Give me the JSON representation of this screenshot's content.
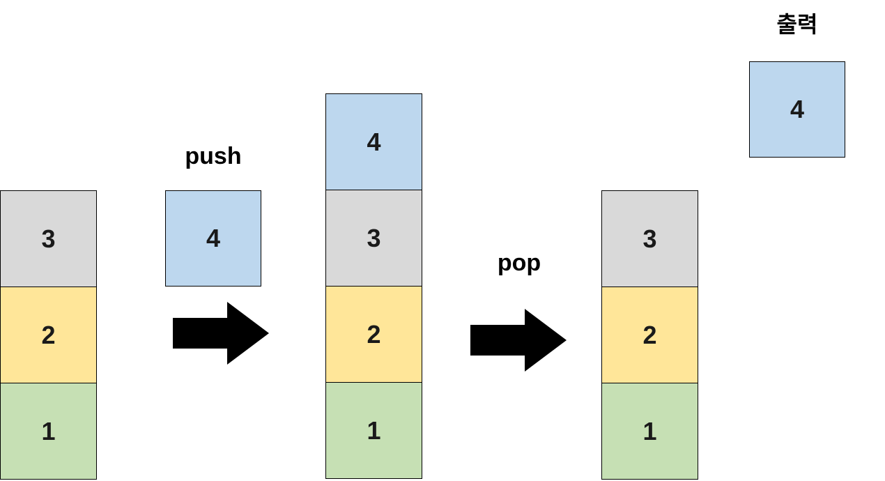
{
  "labels": {
    "push": "push",
    "pop": "pop",
    "output": "출력"
  },
  "colors": {
    "gray": "#d9d9d9",
    "yellow": "#ffe699",
    "green": "#c6e0b4",
    "blue": "#bdd7ee",
    "arrow": "#000000",
    "border": "#000000",
    "background": "#ffffff"
  },
  "stacks": {
    "initial": {
      "cells": [
        {
          "value": "3",
          "color": "#d9d9d9"
        },
        {
          "value": "2",
          "color": "#ffe699"
        },
        {
          "value": "1",
          "color": "#c6e0b4"
        }
      ]
    },
    "after_push": {
      "cells": [
        {
          "value": "4",
          "color": "#bdd7ee"
        },
        {
          "value": "3",
          "color": "#d9d9d9"
        },
        {
          "value": "2",
          "color": "#ffe699"
        },
        {
          "value": "1",
          "color": "#c6e0b4"
        }
      ]
    },
    "after_pop": {
      "cells": [
        {
          "value": "3",
          "color": "#d9d9d9"
        },
        {
          "value": "2",
          "color": "#ffe699"
        },
        {
          "value": "1",
          "color": "#c6e0b4"
        }
      ]
    }
  },
  "push_item": {
    "value": "4",
    "color": "#bdd7ee"
  },
  "output_item": {
    "value": "4",
    "color": "#bdd7ee"
  }
}
